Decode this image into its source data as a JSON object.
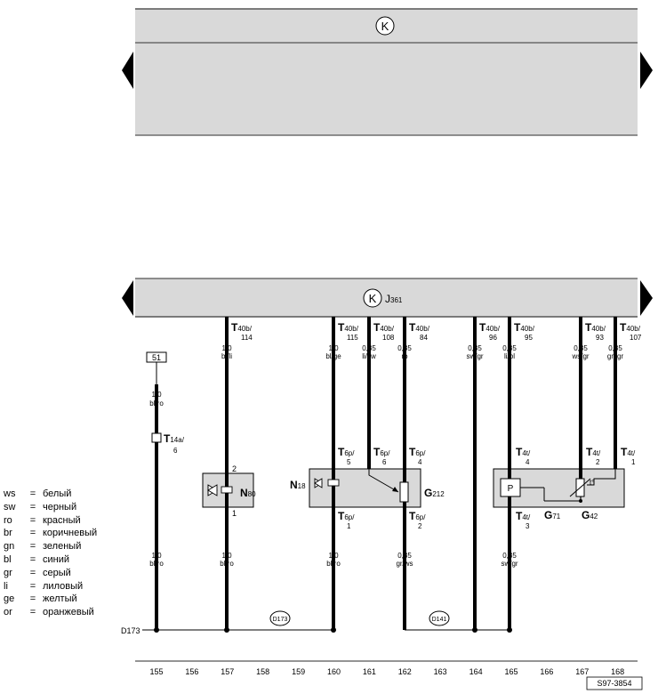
{
  "top_bar": {
    "symbol": "K"
  },
  "main_bar": {
    "symbol": "K",
    "label_main": "J",
    "label_sub": "361"
  },
  "connectors_top": [
    {
      "main": "T",
      "sub": "40b/",
      "pin": "114"
    },
    {
      "main": "T",
      "sub": "40b/",
      "pin": "115"
    },
    {
      "main": "T",
      "sub": "40b/",
      "pin": "108"
    },
    {
      "main": "T",
      "sub": "40b/",
      "pin": "84"
    },
    {
      "main": "T",
      "sub": "40b/",
      "pin": "96"
    },
    {
      "main": "T",
      "sub": "40b/",
      "pin": "95"
    },
    {
      "main": "T",
      "sub": "40b/",
      "pin": "93"
    },
    {
      "main": "T",
      "sub": "40b/",
      "pin": "107"
    }
  ],
  "wires_upper": [
    {
      "size": "1,0",
      "color": "bl/li"
    },
    {
      "size": "1,0",
      "color": "bl/ge"
    },
    {
      "size": "0,35",
      "color": "li/sw"
    },
    {
      "size": "0,35",
      "color": "ro"
    },
    {
      "size": "0,35",
      "color": "sw/gr"
    },
    {
      "size": "0,35",
      "color": "li/bl"
    },
    {
      "size": "0,35",
      "color": "ws/gr"
    },
    {
      "size": "0,35",
      "color": "gn/gr"
    }
  ],
  "wire_155": {
    "ref": "51",
    "size": "1,0",
    "color": "bl/ro",
    "conn_main": "T",
    "conn_sub": "14a/",
    "conn_pin": "6"
  },
  "component_pins": [
    {
      "main": "T",
      "sub": "6p/",
      "pin": "5"
    },
    {
      "main": "T",
      "sub": "6p/",
      "pin": "6"
    },
    {
      "main": "T",
      "sub": "6p/",
      "pin": "4"
    },
    {
      "main": "T",
      "sub": "4t/",
      "pin": "4"
    },
    {
      "main": "T",
      "sub": "4t/",
      "pin": "2"
    },
    {
      "main": "T",
      "sub": "4t/",
      "pin": "1"
    },
    {
      "main": "T",
      "sub": "6p/",
      "pin": "1"
    },
    {
      "main": "T",
      "sub": "6p/",
      "pin": "2"
    },
    {
      "main": "T",
      "sub": "4t/",
      "pin": "3"
    }
  ],
  "components": {
    "n80": {
      "main": "N",
      "sub": "80",
      "pin_top": "2",
      "pin_bottom": "1"
    },
    "n18": {
      "main": "N",
      "sub": "18"
    },
    "g212": {
      "main": "G",
      "sub": "212"
    },
    "g71": {
      "main": "G",
      "sub": "71",
      "symbol": "P"
    },
    "g42": {
      "main": "G",
      "sub": "42"
    }
  },
  "wires_lower": [
    {
      "size": "1,0",
      "color": "bl/ro"
    },
    {
      "size": "1,0",
      "color": "bl/ro"
    },
    {
      "size": "1,0",
      "color": "bl/ro"
    },
    {
      "size": "0,35",
      "color": "gr/ws"
    },
    {
      "size": "0,35",
      "color": "sw/gr"
    }
  ],
  "ground_points": {
    "main": "D173",
    "bubble1": "D173",
    "bubble2": "D141"
  },
  "columns": [
    "155",
    "156",
    "157",
    "158",
    "159",
    "160",
    "161",
    "162",
    "163",
    "164",
    "165",
    "166",
    "167",
    "168"
  ],
  "figure_id": "S97-3854",
  "legend": [
    {
      "code": "ws",
      "eq": "=",
      "name": "белый"
    },
    {
      "code": "sw",
      "eq": "=",
      "name": "черный"
    },
    {
      "code": "ro",
      "eq": "=",
      "name": "красный"
    },
    {
      "code": "br",
      "eq": "=",
      "name": "коричневый"
    },
    {
      "code": "gn",
      "eq": "=",
      "name": "зеленый"
    },
    {
      "code": "bl",
      "eq": "=",
      "name": "синий"
    },
    {
      "code": "gr",
      "eq": "=",
      "name": "серый"
    },
    {
      "code": "li",
      "eq": "=",
      "name": "лиловый"
    },
    {
      "code": "ge",
      "eq": "=",
      "name": "желтый"
    },
    {
      "code": "or",
      "eq": "=",
      "name": "оранжевый"
    }
  ],
  "colors": {
    "box_fill": "#d9d9d9",
    "line": "#000000",
    "bar_line": "#555555"
  }
}
